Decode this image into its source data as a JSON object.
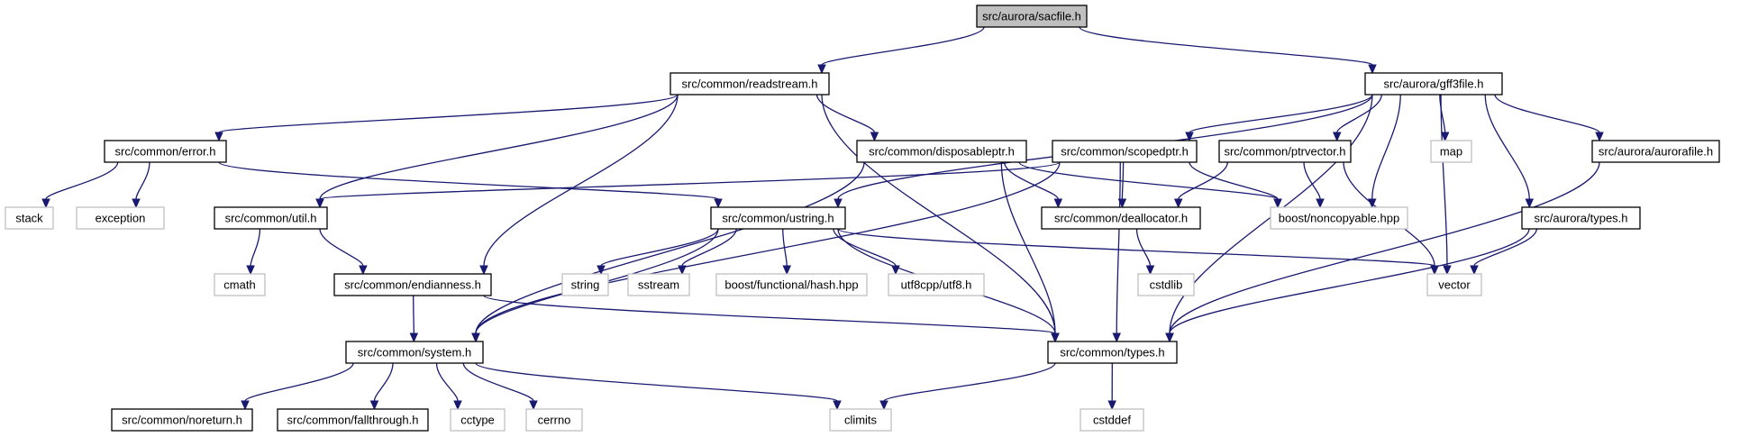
{
  "graph": {
    "colors": {
      "edge": "#191970",
      "border": "#000000",
      "external_border": "#bfbfbf",
      "root_fill": "#bfbfbf",
      "background": "#ffffff"
    },
    "nodes": [
      {
        "id": "sacfile",
        "label": "src/aurora/sacfile.h",
        "kind": "root"
      },
      {
        "id": "readstream",
        "label": "src/common/readstream.h",
        "kind": "internal"
      },
      {
        "id": "gff3file",
        "label": "src/aurora/gff3file.h",
        "kind": "internal"
      },
      {
        "id": "error",
        "label": "src/common/error.h",
        "kind": "internal"
      },
      {
        "id": "disposableptr",
        "label": "src/common/disposableptr.h",
        "kind": "internal"
      },
      {
        "id": "scopedptr",
        "label": "src/common/scopedptr.h",
        "kind": "internal"
      },
      {
        "id": "ptrvector",
        "label": "src/common/ptrvector.h",
        "kind": "internal"
      },
      {
        "id": "map",
        "label": "map",
        "kind": "external"
      },
      {
        "id": "aurorafile",
        "label": "src/aurora/aurorafile.h",
        "kind": "internal"
      },
      {
        "id": "stack",
        "label": "stack",
        "kind": "external"
      },
      {
        "id": "exception",
        "label": "exception",
        "kind": "external"
      },
      {
        "id": "util",
        "label": "src/common/util.h",
        "kind": "internal"
      },
      {
        "id": "ustring",
        "label": "src/common/ustring.h",
        "kind": "internal"
      },
      {
        "id": "deallocator",
        "label": "src/common/deallocator.h",
        "kind": "internal"
      },
      {
        "id": "noncopyable",
        "label": "boost/noncopyable.hpp",
        "kind": "external"
      },
      {
        "id": "auroratypes",
        "label": "src/aurora/types.h",
        "kind": "internal"
      },
      {
        "id": "cmath",
        "label": "cmath",
        "kind": "external"
      },
      {
        "id": "endianness",
        "label": "src/common/endianness.h",
        "kind": "internal"
      },
      {
        "id": "string",
        "label": "string",
        "kind": "external"
      },
      {
        "id": "sstream",
        "label": "sstream",
        "kind": "external"
      },
      {
        "id": "hash",
        "label": "boost/functional/hash.hpp",
        "kind": "external"
      },
      {
        "id": "utf8",
        "label": "utf8cpp/utf8.h",
        "kind": "external"
      },
      {
        "id": "cstdlib",
        "label": "cstdlib",
        "kind": "external"
      },
      {
        "id": "vector",
        "label": "vector",
        "kind": "external"
      },
      {
        "id": "system",
        "label": "src/common/system.h",
        "kind": "internal"
      },
      {
        "id": "types",
        "label": "src/common/types.h",
        "kind": "internal"
      },
      {
        "id": "noreturn",
        "label": "src/common/noreturn.h",
        "kind": "internal"
      },
      {
        "id": "fallthrough",
        "label": "src/common/fallthrough.h",
        "kind": "internal"
      },
      {
        "id": "cctype",
        "label": "cctype",
        "kind": "external"
      },
      {
        "id": "cerrno",
        "label": "cerrno",
        "kind": "external"
      },
      {
        "id": "climits",
        "label": "climits",
        "kind": "external"
      },
      {
        "id": "cstddef",
        "label": "cstddef",
        "kind": "external"
      }
    ],
    "edges": [
      [
        "sacfile",
        "readstream"
      ],
      [
        "sacfile",
        "gff3file"
      ],
      [
        "readstream",
        "error"
      ],
      [
        "readstream",
        "disposableptr"
      ],
      [
        "readstream",
        "util"
      ],
      [
        "readstream",
        "endianness"
      ],
      [
        "readstream",
        "types"
      ],
      [
        "gff3file",
        "scopedptr"
      ],
      [
        "gff3file",
        "ptrvector"
      ],
      [
        "gff3file",
        "map"
      ],
      [
        "gff3file",
        "aurorafile"
      ],
      [
        "gff3file",
        "auroratypes"
      ],
      [
        "gff3file",
        "ustring"
      ],
      [
        "gff3file",
        "noncopyable"
      ],
      [
        "gff3file",
        "vector"
      ],
      [
        "gff3file",
        "types"
      ],
      [
        "error",
        "stack"
      ],
      [
        "error",
        "exception"
      ],
      [
        "error",
        "ustring"
      ],
      [
        "disposableptr",
        "system"
      ],
      [
        "disposableptr",
        "deallocator"
      ],
      [
        "disposableptr",
        "noncopyable"
      ],
      [
        "disposableptr",
        "types"
      ],
      [
        "scopedptr",
        "util"
      ],
      [
        "scopedptr",
        "system"
      ],
      [
        "scopedptr",
        "deallocator"
      ],
      [
        "scopedptr",
        "noncopyable"
      ],
      [
        "scopedptr",
        "types"
      ],
      [
        "ptrvector",
        "deallocator"
      ],
      [
        "ptrvector",
        "noncopyable"
      ],
      [
        "ptrvector",
        "vector"
      ],
      [
        "aurorafile",
        "types"
      ],
      [
        "auroratypes",
        "vector"
      ],
      [
        "auroratypes",
        "types"
      ],
      [
        "util",
        "cmath"
      ],
      [
        "util",
        "endianness"
      ],
      [
        "ustring",
        "system"
      ],
      [
        "ustring",
        "string"
      ],
      [
        "ustring",
        "sstream"
      ],
      [
        "ustring",
        "hash"
      ],
      [
        "ustring",
        "utf8"
      ],
      [
        "ustring",
        "vector"
      ],
      [
        "ustring",
        "types"
      ],
      [
        "deallocator",
        "cstdlib"
      ],
      [
        "endianness",
        "system"
      ],
      [
        "endianness",
        "types"
      ],
      [
        "system",
        "noreturn"
      ],
      [
        "system",
        "fallthrough"
      ],
      [
        "system",
        "cctype"
      ],
      [
        "system",
        "cerrno"
      ],
      [
        "system",
        "climits"
      ],
      [
        "types",
        "climits"
      ],
      [
        "types",
        "cstddef"
      ]
    ]
  }
}
